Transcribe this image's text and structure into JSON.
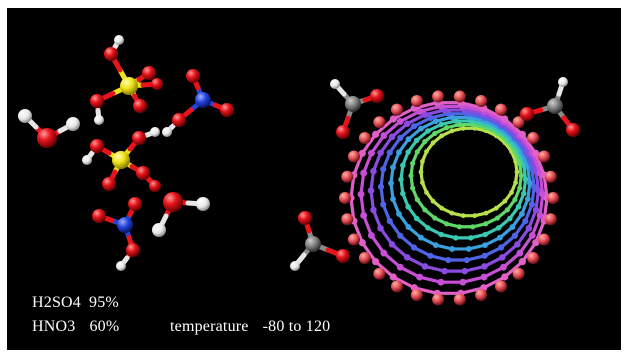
{
  "captions": {
    "h2so4_label": "H2SO4",
    "h2so4_value": "95%",
    "hno3_label": "HNO3",
    "hno3_value": "60%",
    "temperature_label": "temperature",
    "temperature_value": "-80 to 120"
  },
  "colors": {
    "background": "#000000",
    "oxygen": "#e8141c",
    "hydrogen": "#f4f4f4",
    "sulfur": "#f0e21a",
    "nitrogen": "#2244dd",
    "carbon": "#7a7a7a",
    "nanotube_outer": "#e060c8",
    "nanotube_tip": "#e04a52"
  },
  "molecules": [
    {
      "kind": "sulfuric-acid"
    },
    {
      "kind": "sulfuric-acid"
    },
    {
      "kind": "nitric-acid"
    },
    {
      "kind": "nitric-acid"
    },
    {
      "kind": "water"
    },
    {
      "kind": "water"
    },
    {
      "kind": "carboxyl-group"
    },
    {
      "kind": "carboxyl-group"
    },
    {
      "kind": "carboxyl-group"
    }
  ],
  "nanotube": {
    "kind": "carbon-nanotube",
    "view": "end-on"
  }
}
